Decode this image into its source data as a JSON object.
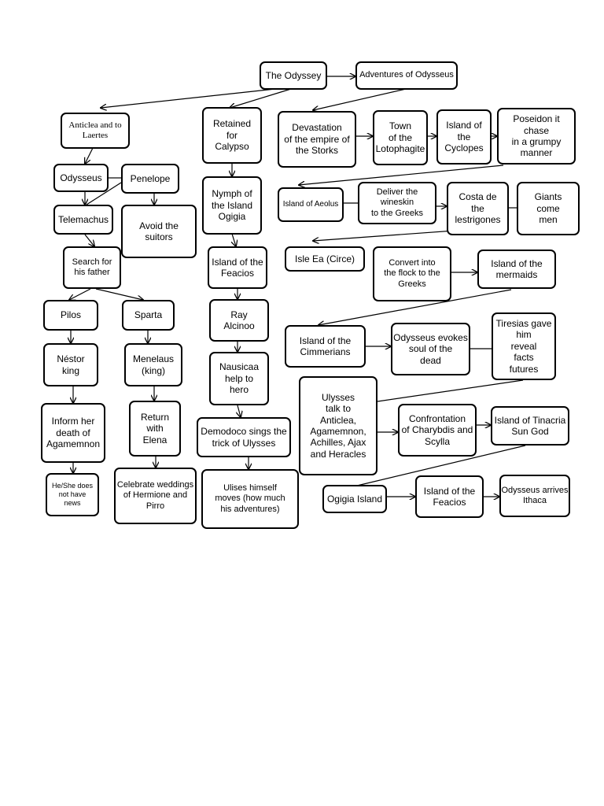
{
  "diagram": {
    "nodes": {
      "odyssey": "The Odyssey",
      "adventures": "Adventures of Odysseus",
      "anticlea": "Anticlea and to\nLaertes",
      "retained": "Retained\nfor\nCalypso",
      "devastation": "Devastation\nof the empire of\nthe Storks",
      "town": "Town\nof the\nLotophagite",
      "cyclopes": "Island of\nthe\nCyclopes",
      "poseidon": "Poseidon it\nchase\nin a grumpy manner",
      "odysseus": "Odysseus",
      "penelope": "Penelope",
      "nymph": "Nymph of\nthe Island\nOgigia",
      "aeolus": "Island of Aeolus",
      "wineskin": "Deliver the wineskin\nto the Greeks",
      "costa": "Costa de\nthe\nlestrigones",
      "giants": "Giants\ncome\nmen",
      "telemachus": "Telemachus",
      "avoid": "Avoid the\nsuitors",
      "isle_ea": "Isle Ea (Circe)",
      "search": "Search for\nhis father",
      "feacios1": "Island of the\nFeacios",
      "convert": "Convert into\nthe flock to the\nGreeks",
      "mermaids": "Island of the\nmermaids",
      "pilos": "Pilos",
      "sparta": "Sparta",
      "ray": "Ray\nAlcinoo",
      "cimmerians": "Island of the\nCimmerians",
      "evokes": "Odysseus evokes\nsoul of the\ndead",
      "tiresias": "Tiresias gave him\nreveal\nfacts\nfutures",
      "nestor": "Néstor\nking",
      "menelaus": "Menelaus\n(king)",
      "nausicaa": "Nausicaa\nhelp to\nhero",
      "ulysses_talk": "Ulysses\ntalk to\nAnticlea,\nAgamemnon,\nAchilles, Ajax\nand Heracles",
      "inform": "Inform her\ndeath of\nAgamemnon",
      "return": "Return\nwith\nElena",
      "demodoco": "Demodoco sings the\ntrick of Ulysses",
      "confrontation": "Confrontation\nof Charybdis and\nScylla",
      "tinacria": "Island of Tinacria\nSun God",
      "no_news": "He/She does not have\nnews",
      "weddings": "Celebrate weddings\nof Hermione and\nPirro",
      "ulises_moves": "Ulises himself\nmoves (how much\nhis adventures)",
      "ogigia": "Ogigia Island",
      "feacios2": "Island of the\nFeacios",
      "ithaca": "Odysseus arrives\nIthaca"
    }
  }
}
